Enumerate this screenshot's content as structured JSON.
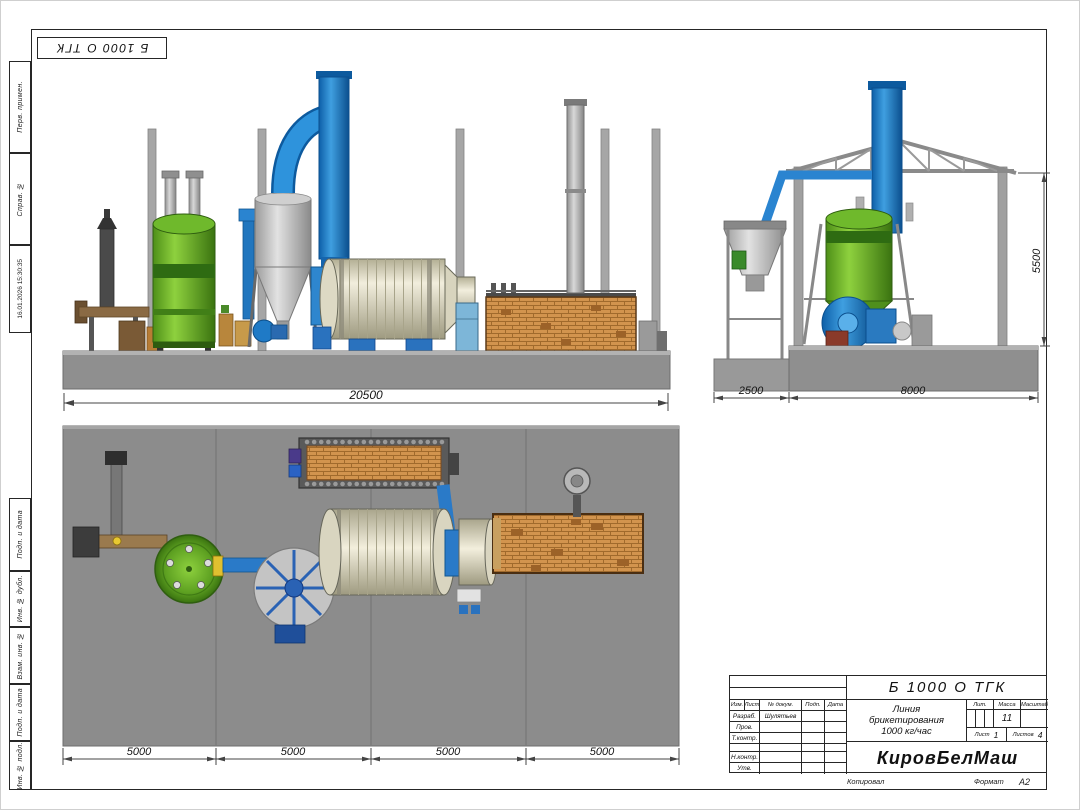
{
  "sheet": {
    "top_stamp": "Б 1000 О ТГК",
    "print_date": "16.01.2026 15:30:35"
  },
  "frame_labels": {
    "perv_primen": "Перв. примен.",
    "sprav_no": "Справ. №",
    "podp_data_upper": "Подп. и дата",
    "inv_dubl": "Инв. № дубл.",
    "vzam_inv": "Взам. инв. №",
    "podp_data_lower": "Подп. и дата",
    "inv_podl": "Инв. № подл."
  },
  "dimensions": {
    "side_total": "20500",
    "end_left": "2500",
    "end_span": "8000",
    "end_height": "5500",
    "plan_1": "5000",
    "plan_2": "5000",
    "plan_3": "5000",
    "plan_4": "5000"
  },
  "title_block": {
    "designation": "Б 1000 О ТГК",
    "columns": {
      "izm": "Изм.",
      "list": "Лист",
      "dokum": "№ докум.",
      "podp": "Подп.",
      "data": "Дата"
    },
    "rows": {
      "razrab": "Разраб.",
      "prov": "Пров.",
      "tkontr": "Т.контр.",
      "nkontr": "Н.контр.",
      "utv": "Утв."
    },
    "razrab_name": "Шулятьев",
    "doc_title_line1": "Линия",
    "doc_title_line2": "брикетирования",
    "doc_title_line3": "1000 кг/час",
    "lit_label": "Лит.",
    "massa_label": "Масса",
    "masshtab_label": "Масштаб",
    "massa_value": "11",
    "list_label": "Лист",
    "list_value": "1",
    "listov_label": "Листов",
    "listov_value": "4",
    "company": "КировБелМаш",
    "kopiroval": "Копировал",
    "format_label": "Формат",
    "format_value": "А2"
  },
  "palette": {
    "tank_green": "#6fb92c",
    "duct_blue": "#2a84d0",
    "drum_cream": "#ece8d4",
    "brick_orange": "#d2944e",
    "platform_gray": "#8f8f8f"
  }
}
